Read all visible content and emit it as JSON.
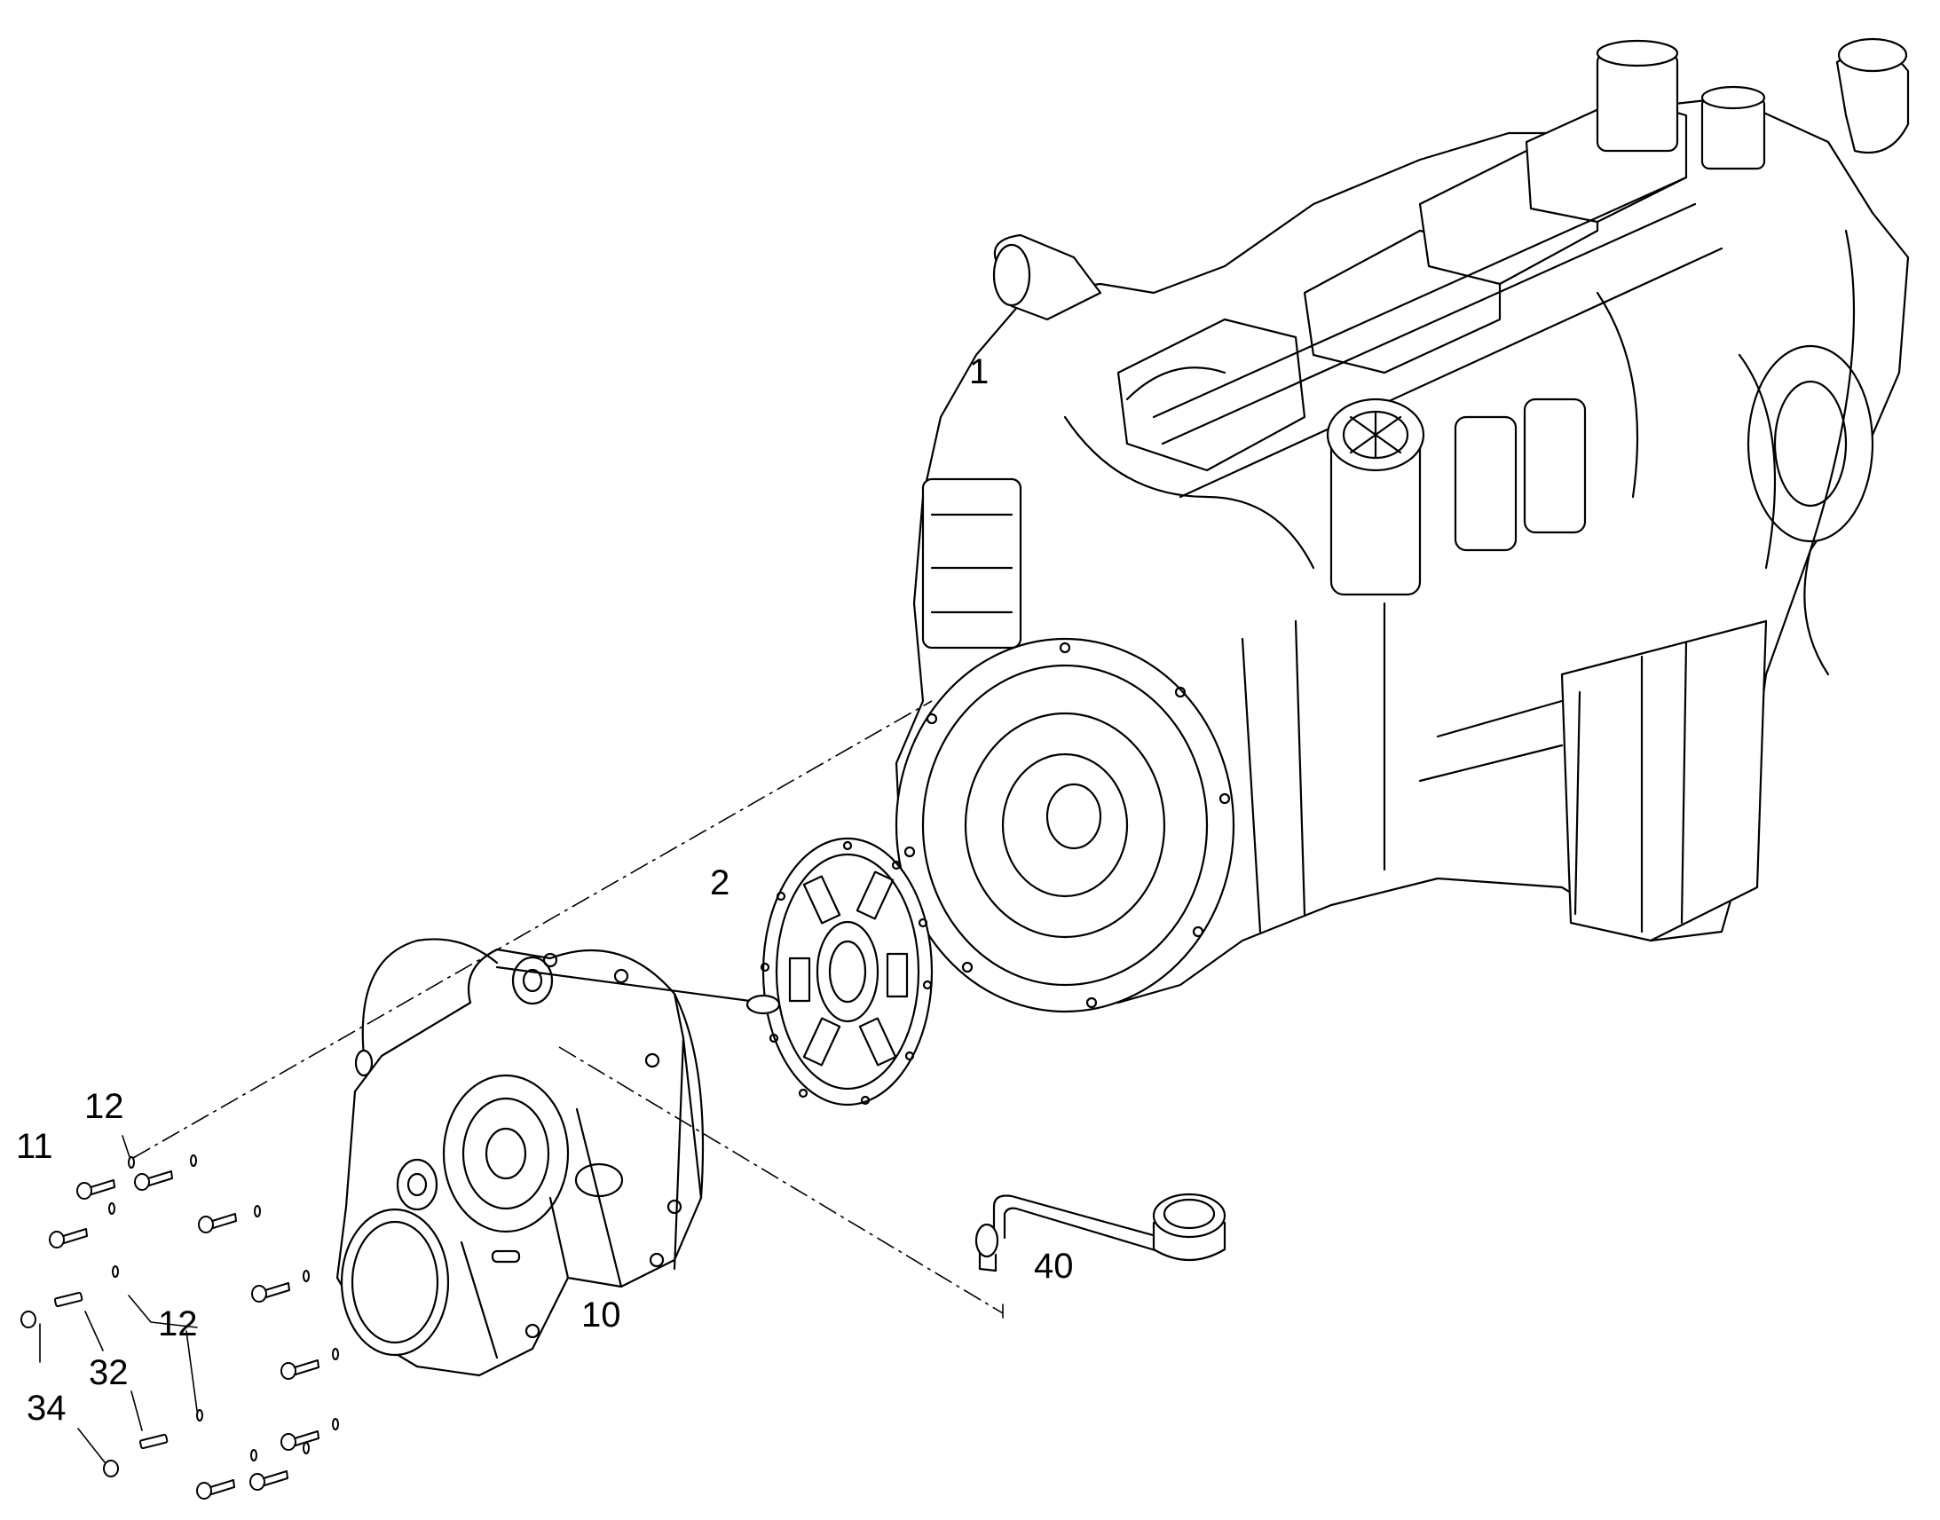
{
  "callouts": {
    "engine": "1",
    "damper": "2",
    "housing": "10",
    "bolt": "11",
    "washer_top": "12",
    "washer_bottom": "12",
    "stud": "32",
    "nut": "34",
    "dipstick": "40"
  },
  "colors": {
    "ink": "#000000",
    "paper": "#ffffff"
  }
}
